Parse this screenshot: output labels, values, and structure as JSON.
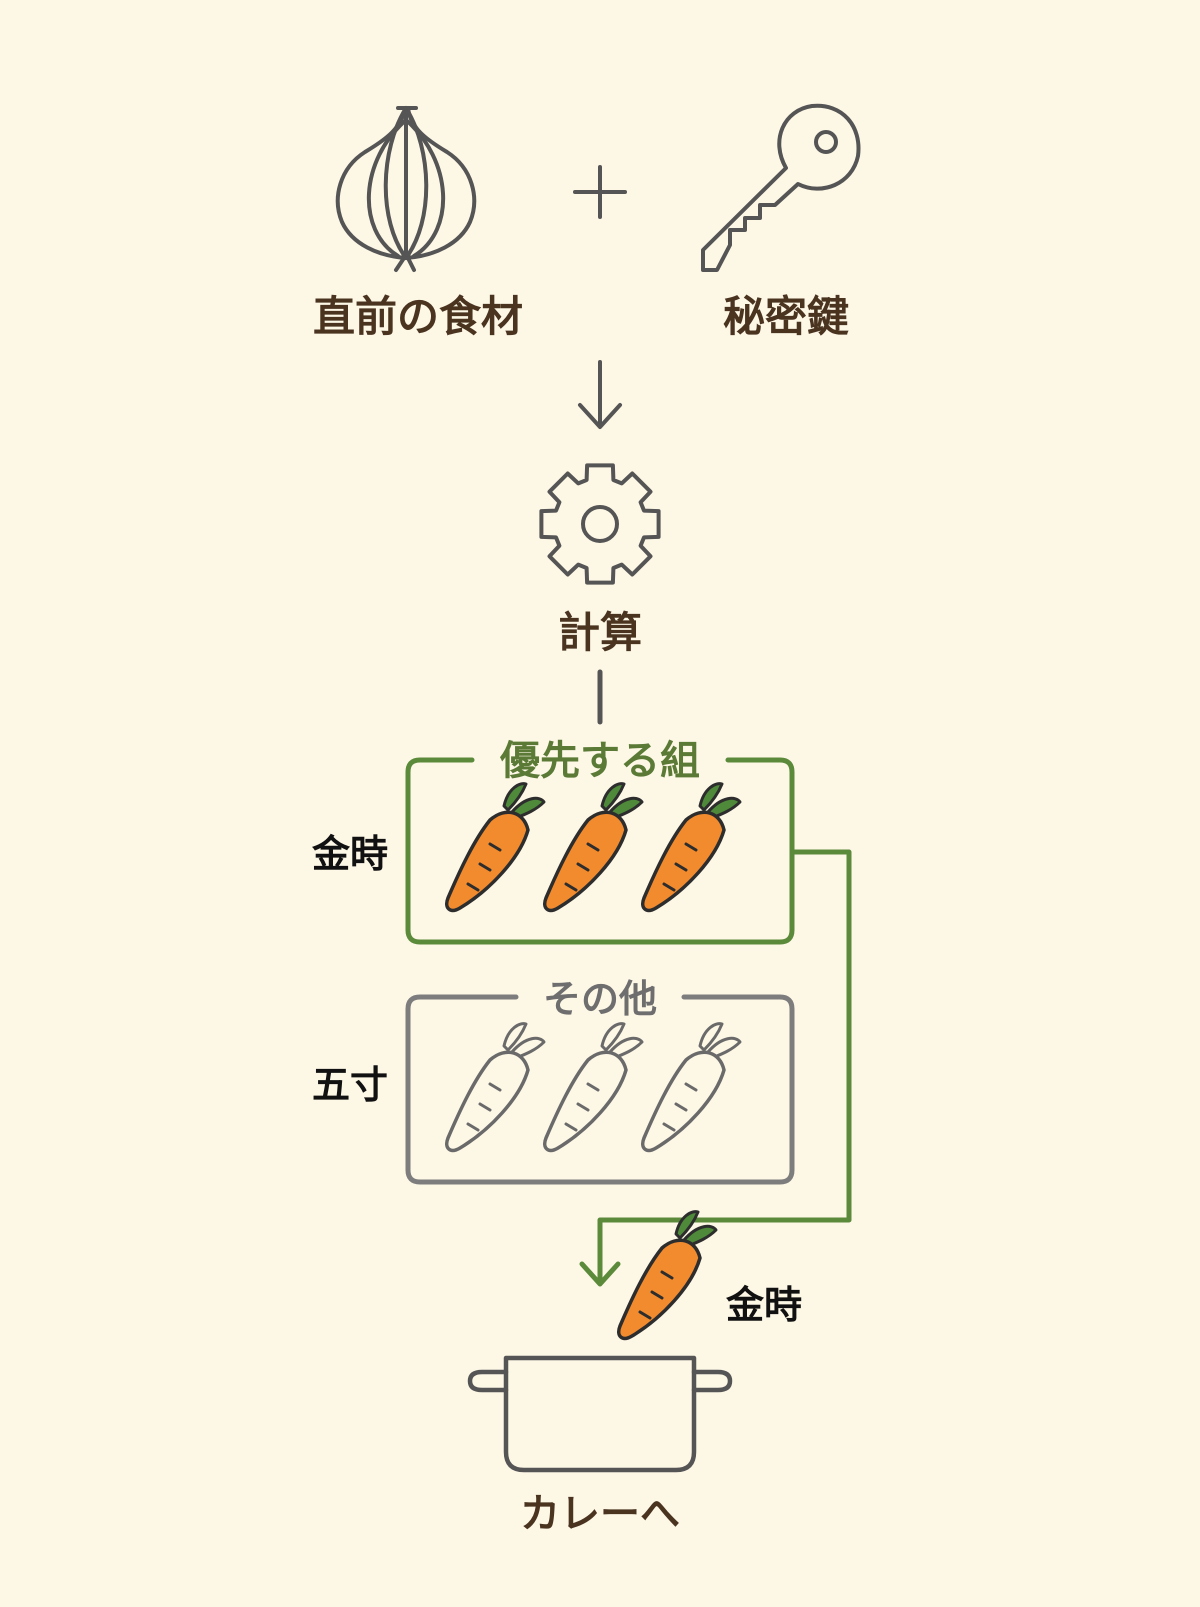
{
  "inputs": {
    "food_label": "直前の食材",
    "key_label": "秘密鍵",
    "plus_symbol": "+"
  },
  "compute": {
    "label": "計算"
  },
  "groups": {
    "priority": {
      "title": "優先する組",
      "side_label": "金時",
      "count": 3,
      "color": "#5a8a3a"
    },
    "other": {
      "title": "その他",
      "side_label": "五寸",
      "count": 3,
      "color": "#7d7d7d"
    }
  },
  "result": {
    "carrot_label": "金時",
    "pot_label": "カレーへ"
  },
  "colors": {
    "background": "#fdf7e6",
    "line": "#555555",
    "text_brown": "#4a3420",
    "carrot_orange": "#f28b2e",
    "carrot_leaf": "#4f8a3a"
  },
  "icons": [
    "onion-icon",
    "plus-icon",
    "key-icon",
    "arrow-down-icon",
    "gear-icon",
    "carrot-icon",
    "pot-icon"
  ]
}
